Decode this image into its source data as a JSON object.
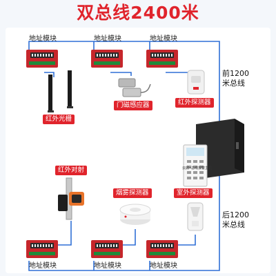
{
  "title": "双总线2400米",
  "labels": {
    "address_module": "地址模块",
    "door_sensor": "门磁感应器",
    "ir_detector": "红外探测器",
    "ir_grating": "红外光栅",
    "ir_beam": "红外对射",
    "smoke_detector": "烟雾探测器",
    "outdoor_detector": "室外探测器",
    "bus_front": "前1200\n米总线",
    "bus_back": "后1200\n米总线",
    "bus_front_l1": "前1200",
    "bus_front_l2": "米总线",
    "bus_back_l1": "后1200",
    "bus_back_l2": "米总线",
    "host_label": "云鼎•总线报警主机"
  },
  "colors": {
    "title": "#e0242c",
    "wire": "#2f6fd6",
    "label_bg": "#e0242c",
    "module_board": "#c6262b"
  }
}
